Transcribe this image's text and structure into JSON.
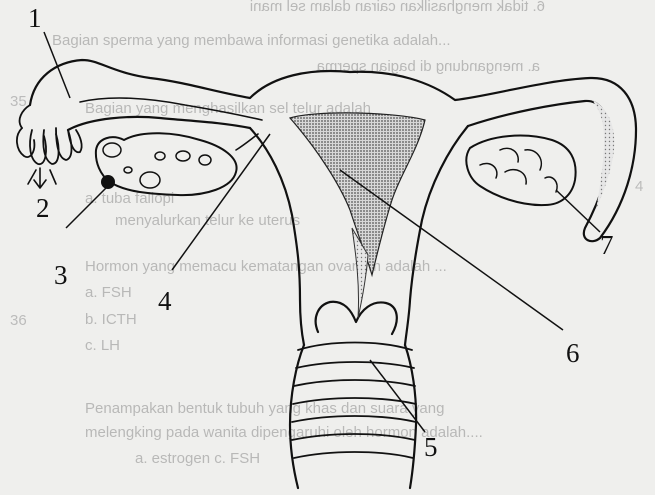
{
  "diagram": {
    "labels": [
      "1",
      "2",
      "3",
      "4",
      "5",
      "6",
      "7"
    ]
  },
  "bleed_through": {
    "line_a": "6.  tidak menghasilkan cairan dalam sel mani",
    "line_b": "Bagian sperma yang membawa informasi genetika adalah...",
    "line_c": "a. mengandung di bagian sperma",
    "line_d": "Bagian yang menghasilkan sel telur adalah",
    "line_e": "a. tuba fallopi",
    "line_f": "menyalurkan telur ke uterus",
    "line_g": "Hormon yang memacu kematangan ovarium adalah ...",
    "line_h": "a.  FSH",
    "line_i": "b.  ICTH",
    "line_j": "c.  LH",
    "line_k": "Penampakan bentuk tubuh yang khas dan suara yang",
    "line_l": "melengking pada wanita dipengaruhi oleh hormon adalah....",
    "line_m": "a.  estrogen          c.  FSH",
    "margin_1": "35",
    "margin_2": "36",
    "margin_3": "4"
  }
}
